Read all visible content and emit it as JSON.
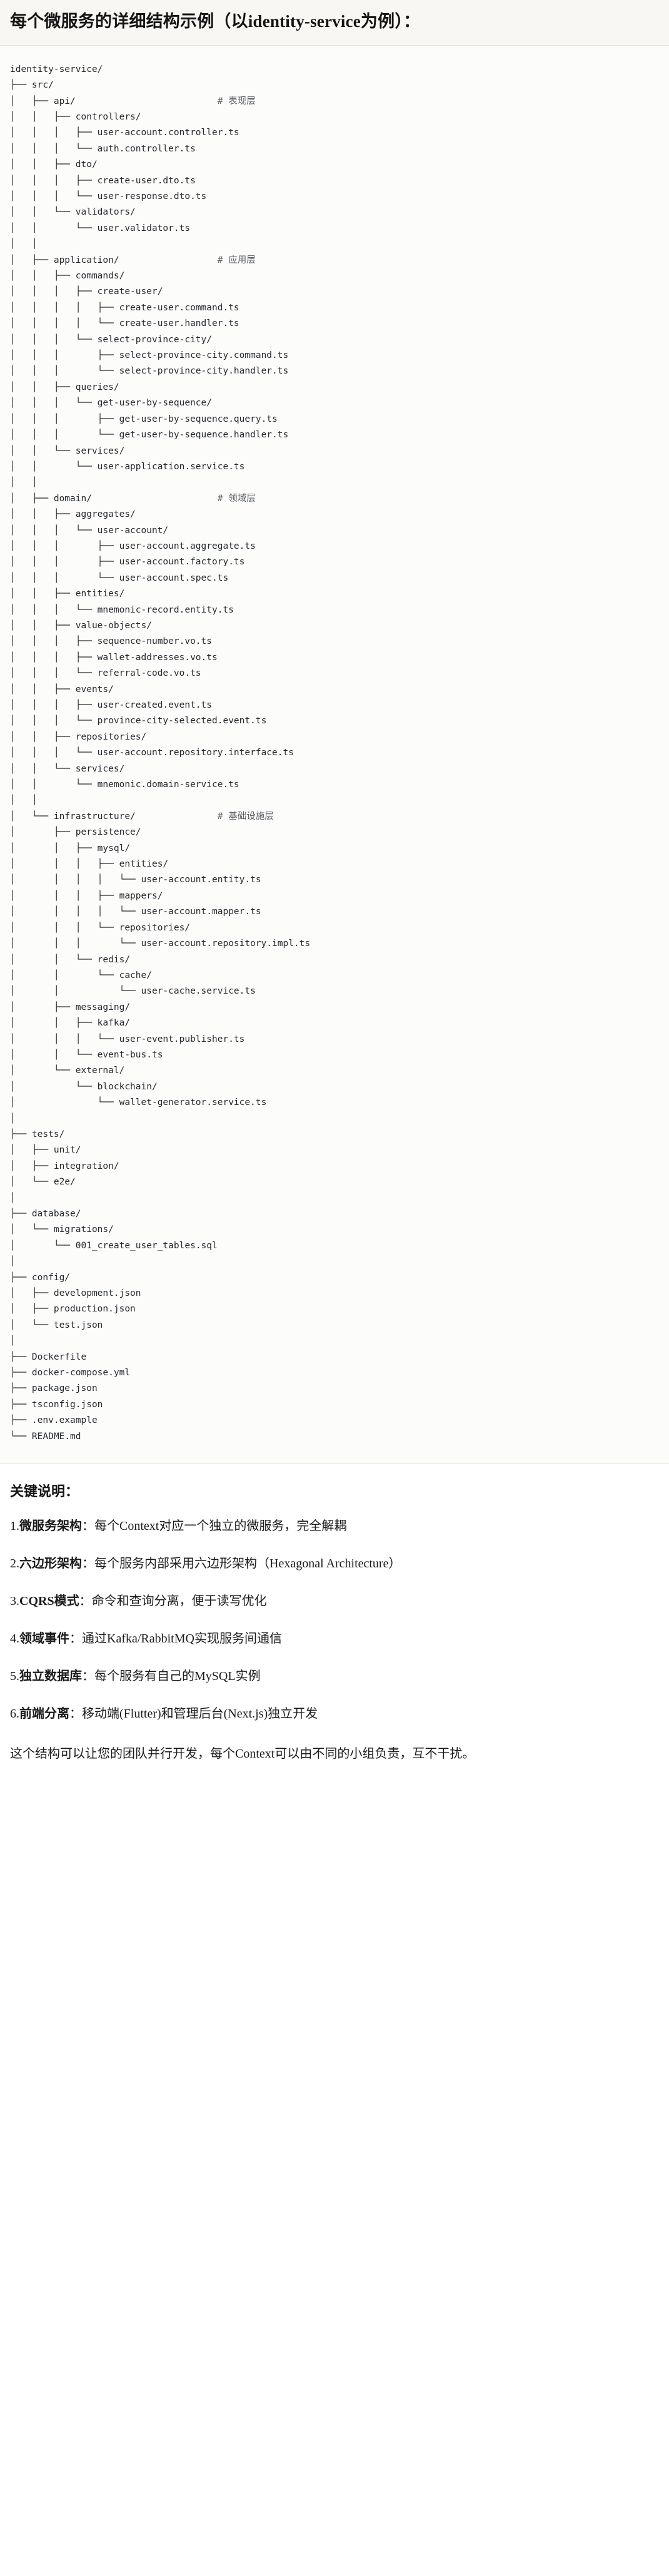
{
  "header": {
    "title": "每个微服务的详细结构示例（以identity-service为例）："
  },
  "tree": {
    "root": "identity-service/",
    "lines": [
      "identity-service/",
      "├── src/",
      "│   ├── api/                          # 表现层",
      "│   │   ├── controllers/",
      "│   │   │   ├── user-account.controller.ts",
      "│   │   │   └── auth.controller.ts",
      "│   │   ├── dto/",
      "│   │   │   ├── create-user.dto.ts",
      "│   │   │   └── user-response.dto.ts",
      "│   │   └── validators/",
      "│   │       └── user.validator.ts",
      "│   │",
      "│   ├── application/                  # 应用层",
      "│   │   ├── commands/",
      "│   │   │   ├── create-user/",
      "│   │   │   │   ├── create-user.command.ts",
      "│   │   │   │   └── create-user.handler.ts",
      "│   │   │   └── select-province-city/",
      "│   │   │       ├── select-province-city.command.ts",
      "│   │   │       └── select-province-city.handler.ts",
      "│   │   ├── queries/",
      "│   │   │   └── get-user-by-sequence/",
      "│   │   │       ├── get-user-by-sequence.query.ts",
      "│   │   │       └── get-user-by-sequence.handler.ts",
      "│   │   └── services/",
      "│   │       └── user-application.service.ts",
      "│   │",
      "│   ├── domain/                       # 领域层",
      "│   │   ├── aggregates/",
      "│   │   │   └── user-account/",
      "│   │   │       ├── user-account.aggregate.ts",
      "│   │   │       ├── user-account.factory.ts",
      "│   │   │       └── user-account.spec.ts",
      "│   │   ├── entities/",
      "│   │   │   └── mnemonic-record.entity.ts",
      "│   │   ├── value-objects/",
      "│   │   │   ├── sequence-number.vo.ts",
      "│   │   │   ├── wallet-addresses.vo.ts",
      "│   │   │   └── referral-code.vo.ts",
      "│   │   ├── events/",
      "│   │   │   ├── user-created.event.ts",
      "│   │   │   └── province-city-selected.event.ts",
      "│   │   ├── repositories/",
      "│   │   │   └── user-account.repository.interface.ts",
      "│   │   └── services/",
      "│   │       └── mnemonic.domain-service.ts",
      "│   │",
      "│   └── infrastructure/               # 基础设施层",
      "│       ├── persistence/",
      "│       │   ├── mysql/",
      "│       │   │   ├── entities/",
      "│       │   │   │   └── user-account.entity.ts",
      "│       │   │   ├── mappers/",
      "│       │   │   │   └── user-account.mapper.ts",
      "│       │   │   └── repositories/",
      "│       │   │       └── user-account.repository.impl.ts",
      "│       │   └── redis/",
      "│       │       └── cache/",
      "│       │           └── user-cache.service.ts",
      "│       ├── messaging/",
      "│       │   ├── kafka/",
      "│       │   │   └── user-event.publisher.ts",
      "│       │   └── event-bus.ts",
      "│       └── external/",
      "│           └── blockchain/",
      "│               └── wallet-generator.service.ts",
      "│",
      "├── tests/",
      "│   ├── unit/",
      "│   ├── integration/",
      "│   └── e2e/",
      "│",
      "├── database/",
      "│   └── migrations/",
      "│       └── 001_create_user_tables.sql",
      "│",
      "├── config/",
      "│   ├── development.json",
      "│   ├── production.json",
      "│   └── test.json",
      "│",
      "├── Dockerfile",
      "├── docker-compose.yml",
      "├── package.json",
      "├── tsconfig.json",
      "├── .env.example",
      "└── README.md"
    ],
    "comments": [
      {
        "target": "api/",
        "text": "# 表现层"
      },
      {
        "target": "application/",
        "text": "# 应用层"
      },
      {
        "target": "domain/",
        "text": "# 领域层"
      },
      {
        "target": "infrastructure/",
        "text": "# 基础设施层"
      }
    ]
  },
  "notes": {
    "title": "关键说明：",
    "items": [
      {
        "num": "1.",
        "term": "微服务架构",
        "desc": "：每个Context对应一个独立的微服务，完全解耦"
      },
      {
        "num": "2.",
        "term": "六边形架构",
        "desc": "：每个服务内部采用六边形架构（Hexagonal Architecture）"
      },
      {
        "num": "3.",
        "term": "CQRS模式",
        "desc": "：命令和查询分离，便于读写优化"
      },
      {
        "num": "4.",
        "term": "领域事件",
        "desc": "：通过Kafka/RabbitMQ实现服务间通信"
      },
      {
        "num": "5.",
        "term": "独立数据库",
        "desc": "：每个服务有自己的MySQL实例"
      },
      {
        "num": "6.",
        "term": "前端分离",
        "desc": "：移动端(Flutter)和管理后台(Next.js)独立开发"
      }
    ],
    "footer": "这个结构可以让您的团队并行开发，每个Context可以由不同的小组负责，互不干扰。"
  }
}
